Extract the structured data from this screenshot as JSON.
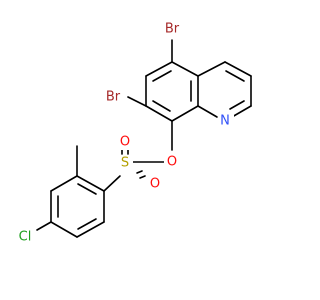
{
  "molecule": {
    "atoms": [
      {
        "id": "br5",
        "symbol": "Br",
        "color": "#A62929"
      },
      {
        "id": "br7",
        "symbol": "Br",
        "color": "#A62929"
      },
      {
        "id": "n1",
        "symbol": "N",
        "color": "#3050F8"
      },
      {
        "id": "o_ester",
        "symbol": "O",
        "color": "#FF0D0D"
      },
      {
        "id": "s",
        "symbol": "S",
        "color": "#B3A000"
      },
      {
        "id": "o_s1",
        "symbol": "O",
        "color": "#FF0D0D"
      },
      {
        "id": "o_s2",
        "symbol": "O",
        "color": "#FF0D0D"
      },
      {
        "id": "cl",
        "symbol": "Cl",
        "color": "#1FA01F"
      }
    ]
  }
}
